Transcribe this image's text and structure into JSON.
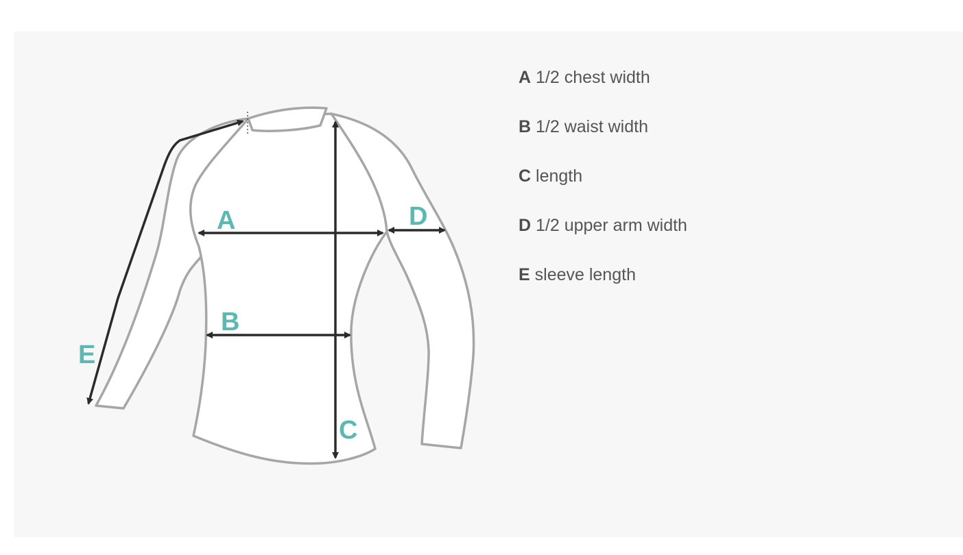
{
  "legend": [
    {
      "letter": "A",
      "text": "1/2 chest width"
    },
    {
      "letter": "B",
      "text": "1/2 waist width"
    },
    {
      "letter": "C",
      "text": "length"
    },
    {
      "letter": "D",
      "text": "1/2 upper arm width"
    },
    {
      "letter": "E",
      "text": "sleeve length"
    }
  ],
  "diagram_labels": {
    "a": "A",
    "b": "B",
    "c": "C",
    "d": "D",
    "e": "E"
  },
  "colors": {
    "panel_background": "#f7f7f7",
    "outline": "#a6a6a6",
    "arrow": "#2b2b2b",
    "label_accent": "#5cb8b2",
    "legend_text": "#555555"
  },
  "icons": {
    "garment": "long-sleeve-shirt-outline"
  }
}
